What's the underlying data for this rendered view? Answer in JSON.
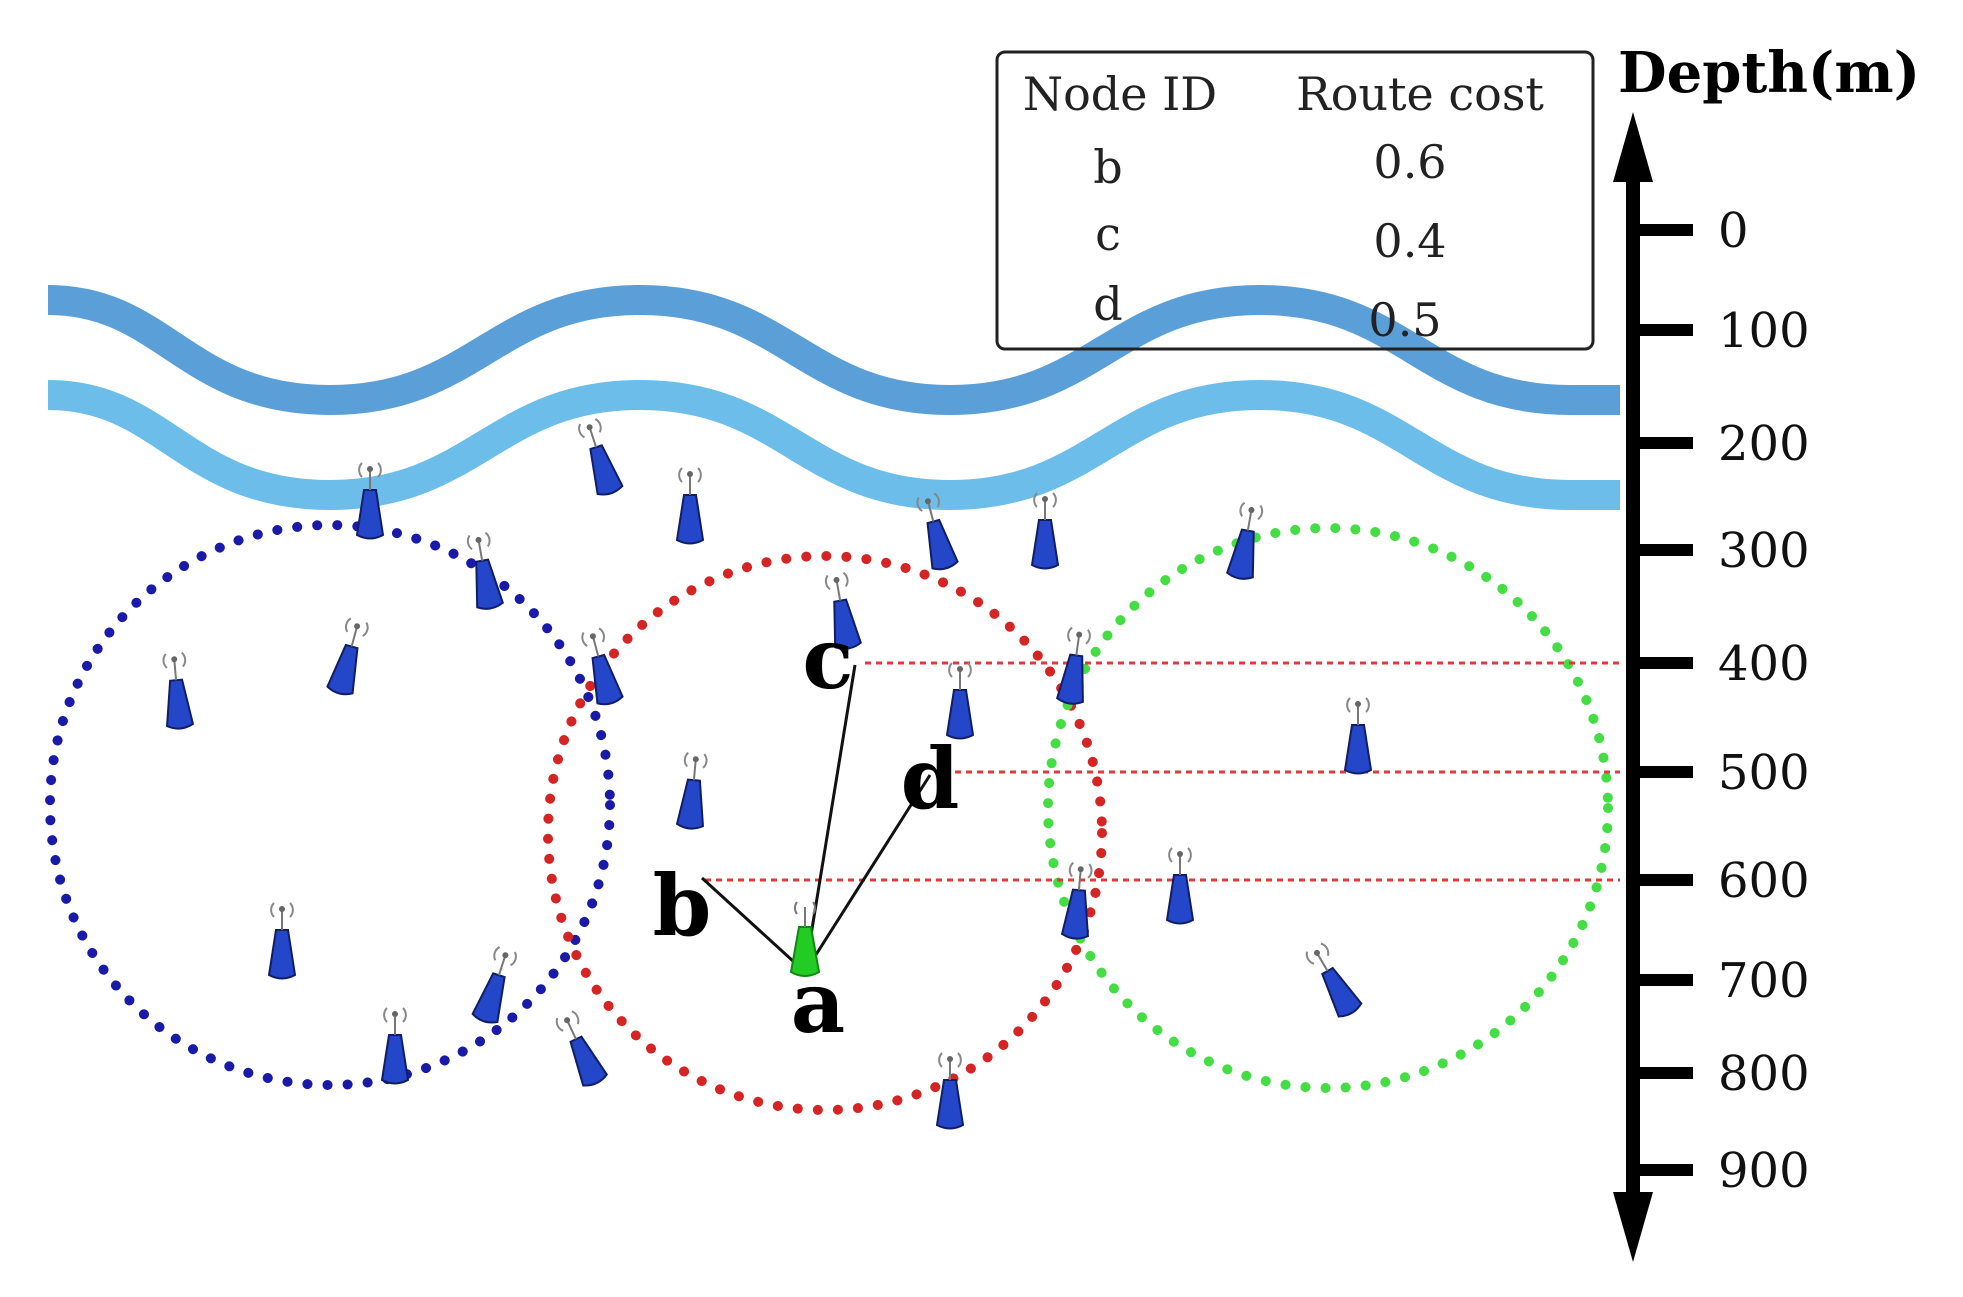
{
  "axis": {
    "title": "Depth(m)",
    "ticks": [
      "0",
      "100",
      "200",
      "300",
      "400",
      "500",
      "600",
      "700",
      "800",
      "900"
    ]
  },
  "table": {
    "headers": [
      "Node ID",
      "Route cost"
    ],
    "rows": [
      {
        "id": "b",
        "cost": "0.6"
      },
      {
        "id": "c",
        "cost": "0.4"
      },
      {
        "id": "d",
        "cost": "0.5"
      }
    ]
  },
  "node_labels": {
    "a": "a",
    "b": "b",
    "c": "c",
    "d": "d"
  },
  "colors": {
    "wave_top": "#5b9fd8",
    "wave_bottom": "#6cbde9",
    "range_blue": "#1a1aa8",
    "range_red": "#d42424",
    "range_green": "#44dd44",
    "sensor": "#2446c8",
    "source_node": "#22cc22",
    "depth_line": "#e03a3a"
  },
  "icons": {
    "sensor": "sensor-buoy-icon",
    "source": "source-node-icon"
  }
}
